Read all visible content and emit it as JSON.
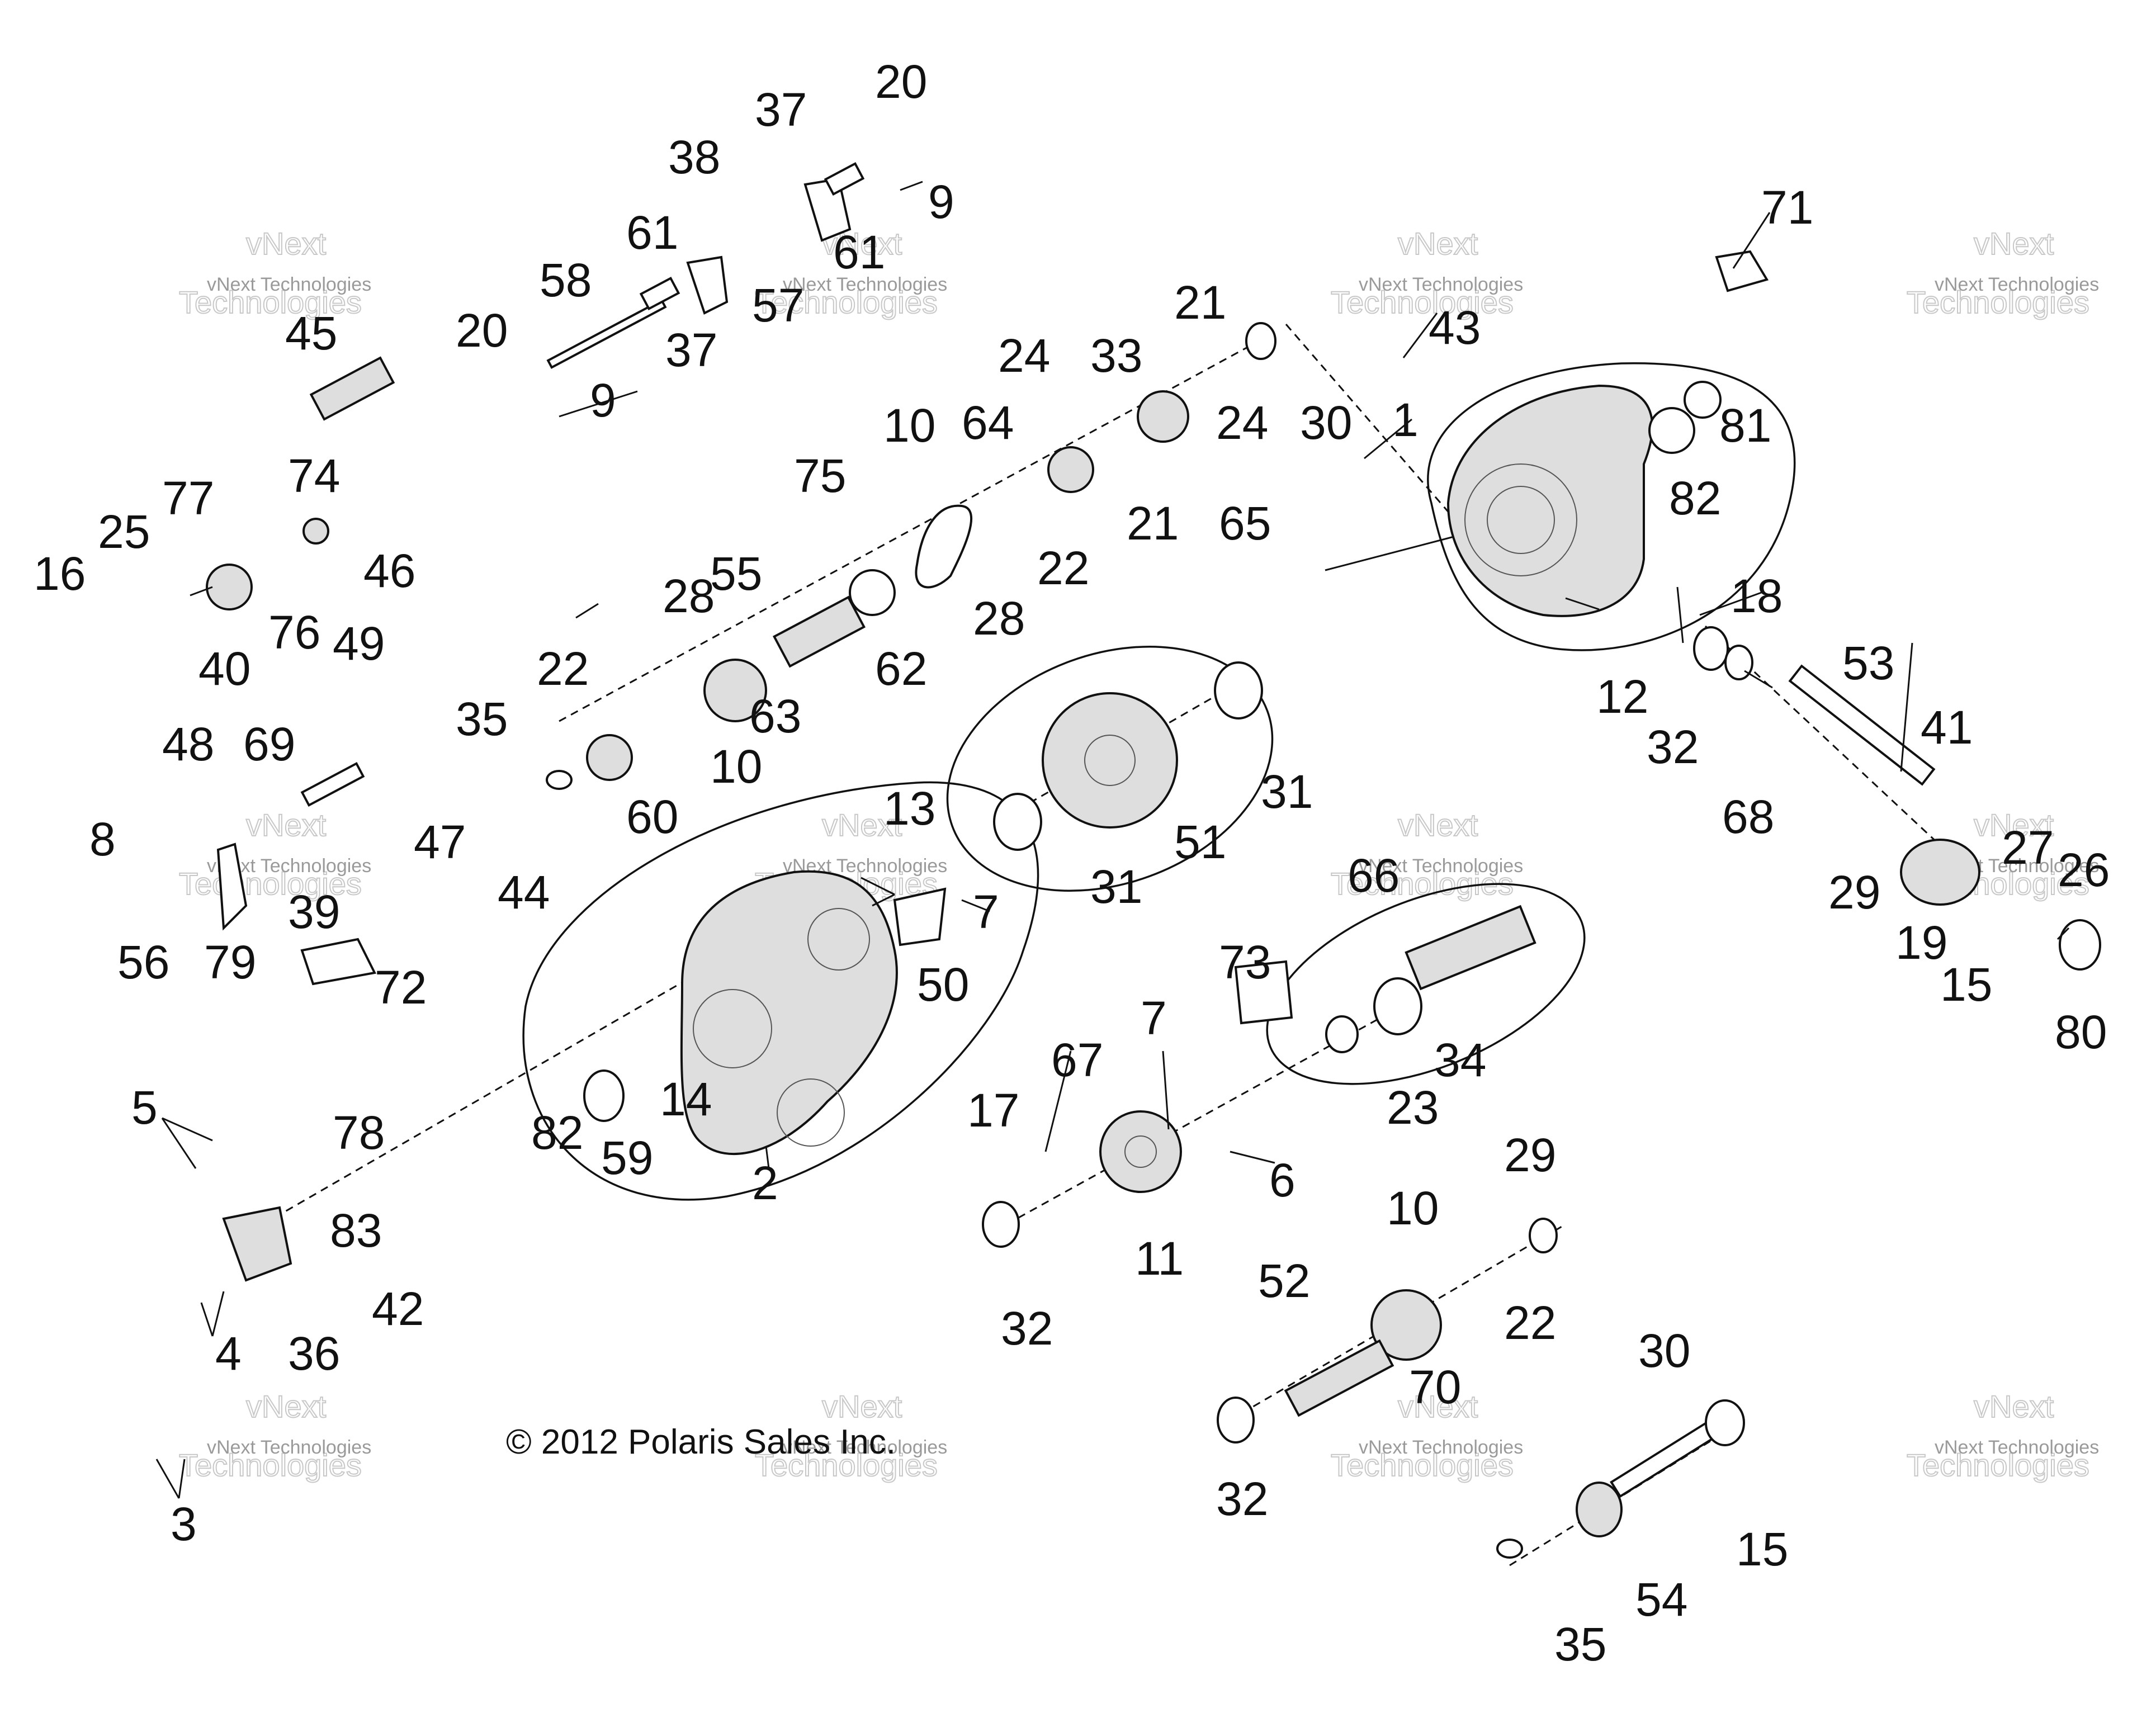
{
  "copyright": "© 2012 Polaris Sales Inc.",
  "watermark": {
    "line1": "vNext",
    "line2": "Technologies",
    "small": "vNext Technologies"
  },
  "callouts": [
    "1",
    "2",
    "3",
    "4",
    "5",
    "6",
    "7",
    "8",
    "9",
    "10",
    "11",
    "12",
    "13",
    "14",
    "15",
    "16",
    "17",
    "18",
    "19",
    "20",
    "21",
    "22",
    "23",
    "24",
    "25",
    "26",
    "27",
    "28",
    "29",
    "30",
    "31",
    "32",
    "33",
    "34",
    "35",
    "36",
    "37",
    "38",
    "39",
    "40",
    "41",
    "42",
    "43",
    "44",
    "45",
    "46",
    "47",
    "48",
    "49",
    "50",
    "51",
    "52",
    "53",
    "54",
    "55",
    "56",
    "57",
    "58",
    "59",
    "60",
    "61",
    "62",
    "63",
    "64",
    "65",
    "66",
    "67",
    "68",
    "69",
    "70",
    "71",
    "72",
    "73",
    "74",
    "75",
    "76",
    "77",
    "78",
    "79",
    "80",
    "81",
    "82",
    "83"
  ],
  "colors": {
    "line": "#111111",
    "watermark": "#9a9a9a",
    "background": "#ffffff"
  }
}
